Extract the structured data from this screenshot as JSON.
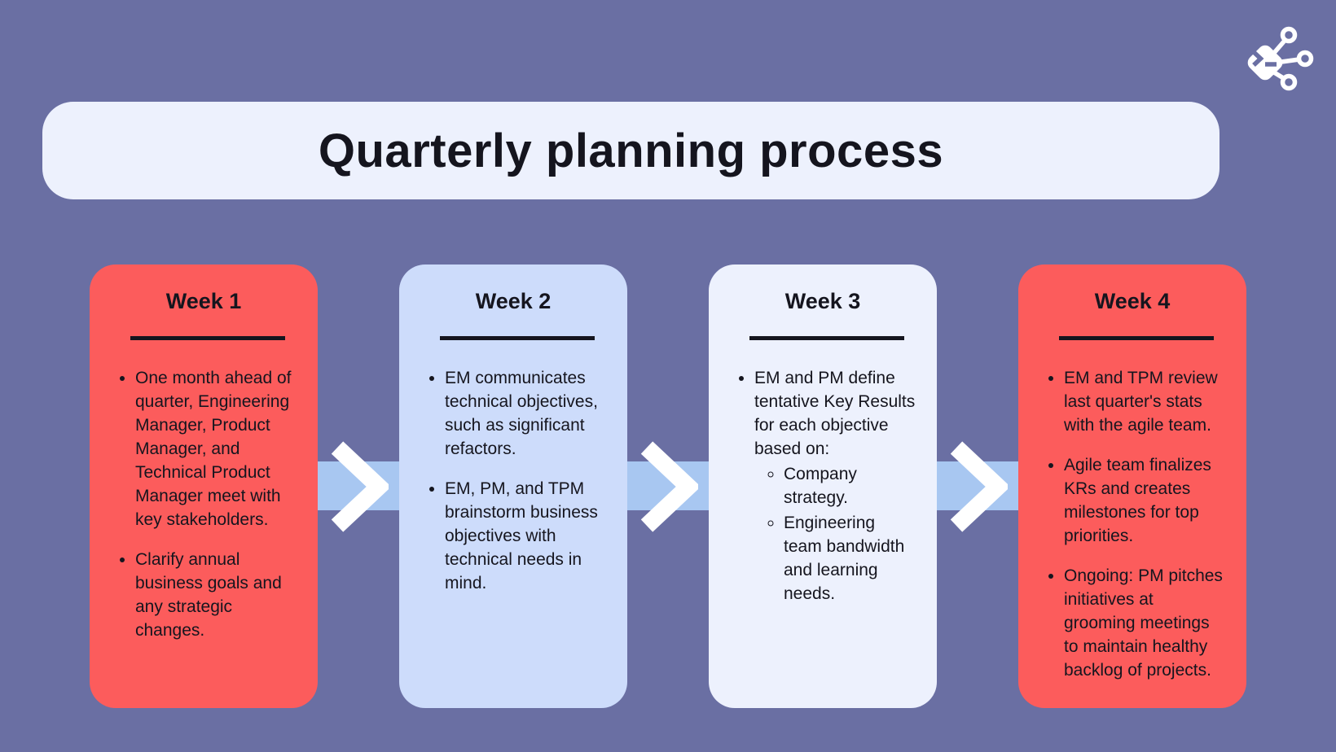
{
  "page": {
    "background_color": "#6A6FA3",
    "text_color": "#15151E"
  },
  "logo": {
    "name": "terminal-share-logo",
    "color": "#FFFFFF"
  },
  "title": {
    "text": "Quarterly planning process",
    "background_color": "#EDF1FD"
  },
  "flow": {
    "band_color": "#A8C7F1",
    "chevron_color": "#FFFFFF"
  },
  "cards": [
    {
      "heading": "Week 1",
      "background_color": "#FC5C5C",
      "bullets": [
        "One month ahead of quarter, Engineering Manager, Product Manager, and Technical Product Manager meet with key stakeholders.",
        "Clarify annual business goals and any strategic changes."
      ]
    },
    {
      "heading": "Week 2",
      "background_color": "#CDDCFB",
      "bullets": [
        "EM communicates technical objectives, such as significant refactors.",
        "EM, PM, and TPM brainstorm business objectives with technical needs in mind."
      ]
    },
    {
      "heading": "Week 3",
      "background_color": "#EDF1FD",
      "bullets": [
        "EM and PM define tentative Key Results for each objective based on:"
      ],
      "subbullets": [
        "Company strategy.",
        "Engineering team bandwidth and learning needs."
      ]
    },
    {
      "heading": "Week 4",
      "background_color": "#FC5C5C",
      "bullets": [
        "EM and TPM review last quarter's stats with the agile team.",
        "Agile team finalizes KRs and creates milestones for top priorities.",
        "Ongoing: PM pitches initiatives at grooming meetings to maintain healthy backlog of projects."
      ]
    }
  ]
}
